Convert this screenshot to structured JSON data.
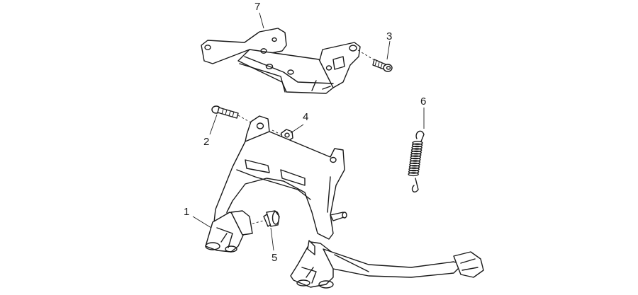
{
  "diagram": {
    "callouts": [
      {
        "id": "c1",
        "label": "1",
        "part": "center-stand-frame"
      },
      {
        "id": "c2",
        "label": "2",
        "part": "pivot-bolt"
      },
      {
        "id": "c3",
        "label": "3",
        "part": "bracket-screw"
      },
      {
        "id": "c4",
        "label": "4",
        "part": "nut"
      },
      {
        "id": "c5",
        "label": "5",
        "part": "rubber-bumper"
      },
      {
        "id": "c6",
        "label": "6",
        "part": "return-spring"
      },
      {
        "id": "c7",
        "label": "7",
        "part": "mounting-bracket"
      }
    ],
    "colors": {
      "line": "#1a1a1a",
      "background": "#ffffff"
    }
  }
}
